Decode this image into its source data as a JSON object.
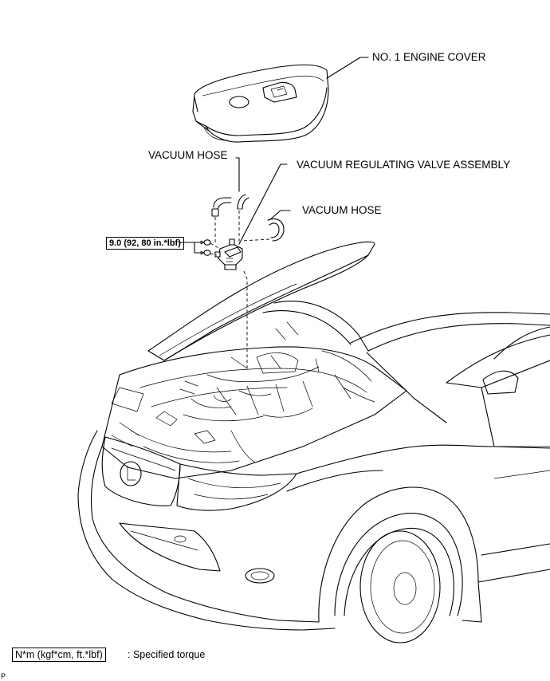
{
  "labels": {
    "engine_cover": "NO. 1 ENGINE COVER",
    "vacuum_hose_1": "VACUUM HOSE",
    "regulating_valve": "VACUUM REGULATING VALVE ASSEMBLY",
    "vacuum_hose_2": "VACUUM HOSE"
  },
  "torque": {
    "value": "9.0 (92, 80 in.*lbf)"
  },
  "legend": {
    "units": "N*m (kgf*cm, ft.*lbf)",
    "description": ": Specified torque"
  },
  "ref_mark": "P"
}
